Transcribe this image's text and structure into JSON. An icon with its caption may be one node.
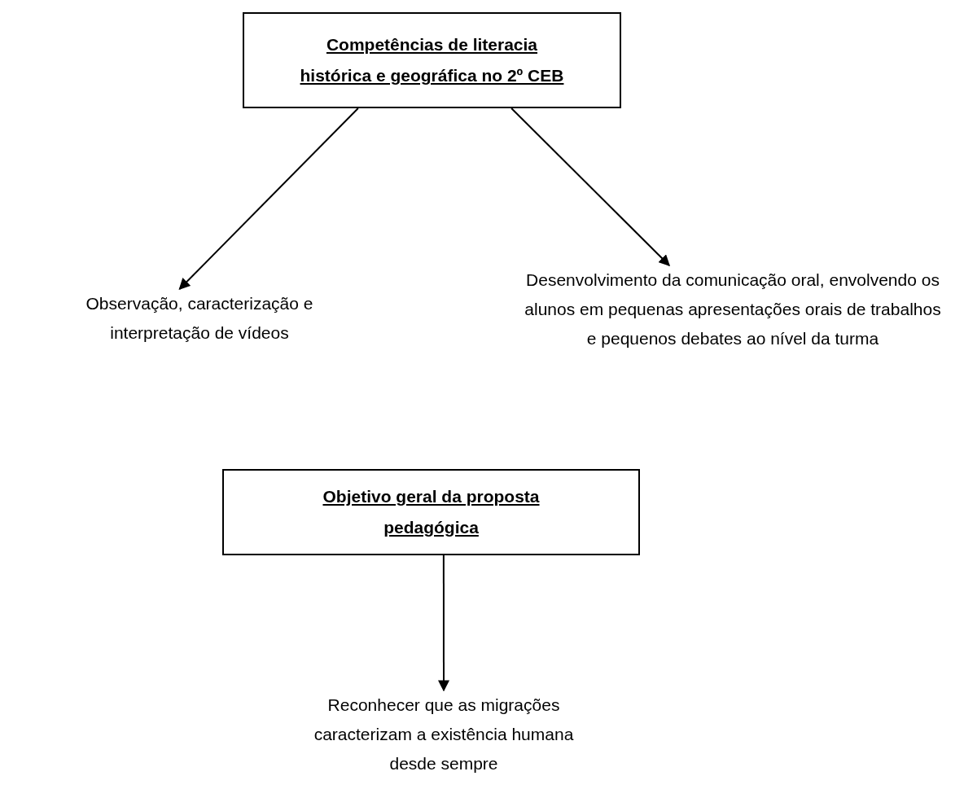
{
  "diagram": {
    "nodes": [
      {
        "text": [
          "Competências de literacia histórica e geográfica no 2º CEB"
        ]
      },
      {
        "text": [
          "Observação, caracterização e interpretação de vídeos"
        ]
      },
      {
        "text": [
          "Desenvolvimento da comunicação oral, envolvendo os alunos em pequenas apresentações orais de trabalhos e pequenos debates ao nível da turma"
        ]
      },
      {
        "text": [
          "Objetivo geral da proposta pedagógica"
        ]
      },
      {
        "text": [
          "Reconhecer que as migrações caracterizam a existência humana desde sempre"
        ]
      }
    ],
    "edges": [
      {
        "from": 0,
        "to": 1,
        "arrow": "to"
      },
      {
        "from": 0,
        "to": 2,
        "arrow": "to"
      },
      {
        "from": 3,
        "to": 4,
        "arrow": "to"
      }
    ]
  }
}
